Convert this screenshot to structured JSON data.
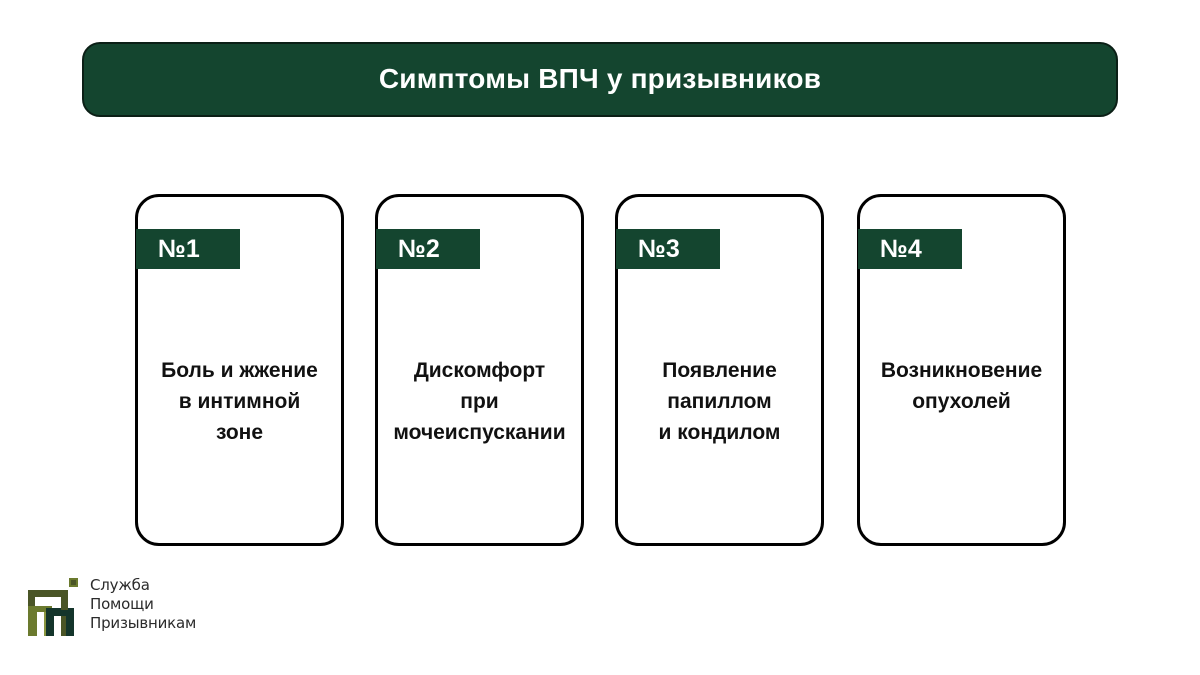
{
  "slide": {
    "background_color": "#ffffff",
    "accent_color": "#14452F",
    "text_color": "#111111"
  },
  "header": {
    "title": "Симптомы ВПЧ у призывников"
  },
  "cards": [
    {
      "badge": "№1",
      "text": "Боль и жжение\nв интимной\nзоне"
    },
    {
      "badge": "№2",
      "text": "Дискомфорт\nпри\nмочеиспускании"
    },
    {
      "badge": "№3",
      "text": "Появление\nпапиллом\nи кондилом"
    },
    {
      "badge": "№4",
      "text": "Возникновение\nопухолей"
    }
  ],
  "logo": {
    "name": "Служба\nПомощи\nПризывникам",
    "mark_colors": {
      "olive": "#6b7a2e",
      "dark_olive": "#4a5526",
      "dark_green": "#14352b",
      "light_olive": "#8a9640"
    }
  }
}
